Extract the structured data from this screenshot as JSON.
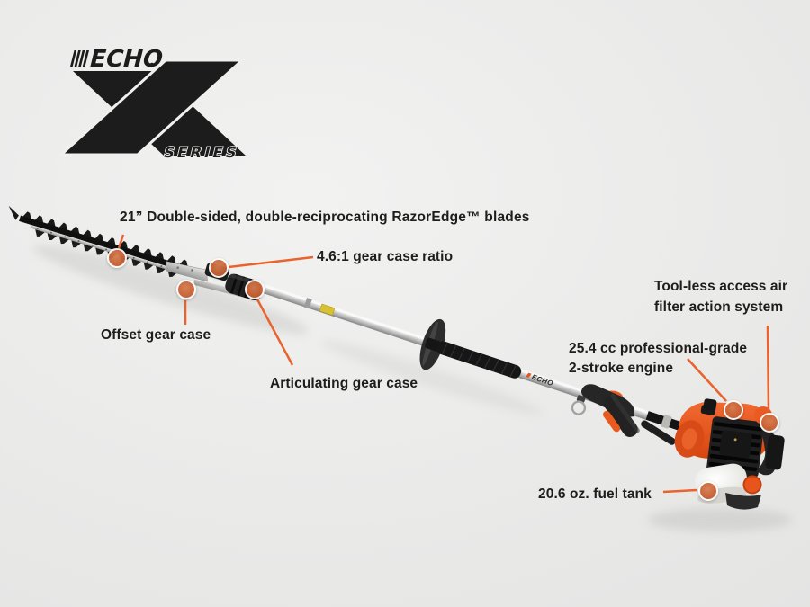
{
  "logo": {
    "brand": "ECHO",
    "registered": "®",
    "series": "SERIES"
  },
  "product": {
    "shaft_decal": "ECHO"
  },
  "callouts": {
    "blades": {
      "label": "21” Double-sided, double-reciprocating RazorEdge™ blades"
    },
    "gear_ratio": {
      "label": "4.6:1 gear case ratio"
    },
    "offset_gear_case": {
      "label": "Offset gear case"
    },
    "articulating_gear_case": {
      "label": "Articulating gear case"
    },
    "air_filter": {
      "label": "Tool-less access air\nfilter action system"
    },
    "engine": {
      "label": "25.4 cc professional-grade\n2-stroke engine"
    },
    "fuel_tank": {
      "label": "20.6 oz. fuel tank"
    }
  },
  "colors": {
    "accent_orange": "#e8551c",
    "callout_dot": "#c96134",
    "callout_line": "#e8632e",
    "label_text": "#1d1d1b",
    "logo_black": "#1c1c1c"
  }
}
